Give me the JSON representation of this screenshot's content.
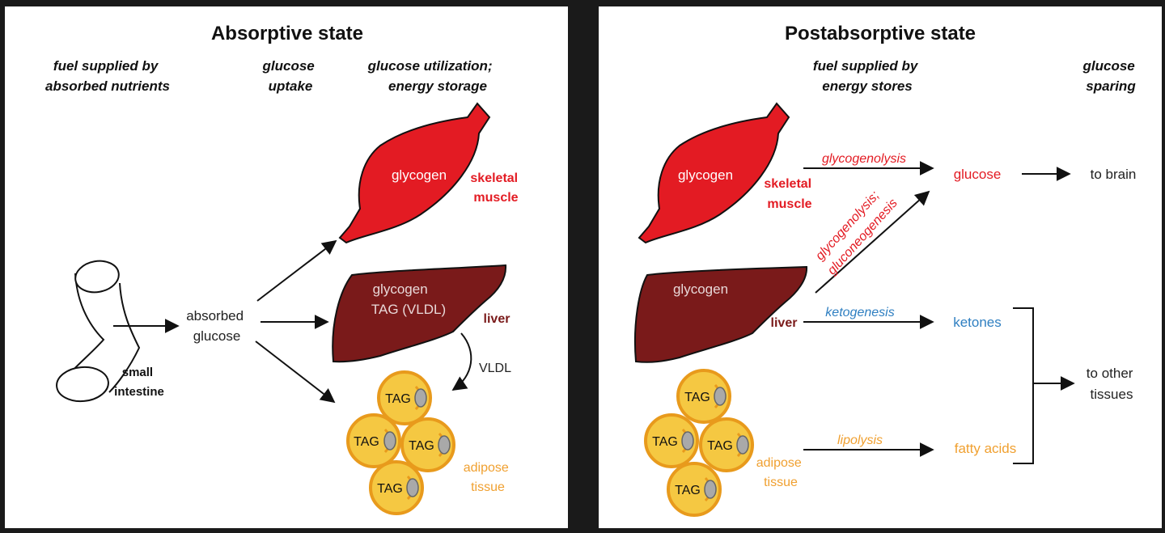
{
  "colors": {
    "muscle": "#e31b23",
    "liver": "#7a1a1a",
    "fat_fill": "#f5c842",
    "fat_stroke": "#e89a1c",
    "fat_label": "#f0a030",
    "ketones": "#2f7fc1",
    "black": "#111111"
  },
  "left": {
    "title": "Absorptive state",
    "headers": {
      "col1": [
        "fuel supplied by",
        "absorbed nutrients"
      ],
      "col2": [
        "glucose",
        "uptake"
      ],
      "col3": [
        "glucose utilization;",
        "energy storage"
      ]
    },
    "small_intestine": [
      "small",
      "intestine"
    ],
    "absorbed_glucose": [
      "absorbed",
      "glucose"
    ],
    "muscle_inner": "glycogen",
    "muscle_label": [
      "skeletal",
      "muscle"
    ],
    "liver_inner": [
      "glycogen",
      "TAG (VLDL)"
    ],
    "liver_label": "liver",
    "vldl": "VLDL",
    "tag": "TAG",
    "adipose_label": [
      "adipose",
      "tissue"
    ]
  },
  "right": {
    "title": "Postabsorptive state",
    "headers": {
      "col1": [
        "fuel supplied by",
        "energy stores"
      ],
      "col2": [
        "glucose",
        "sparing"
      ]
    },
    "muscle_inner": "glycogen",
    "muscle_label": [
      "skeletal",
      "muscle"
    ],
    "liver_inner": "glycogen",
    "liver_label": "liver",
    "tag": "TAG",
    "adipose_label": [
      "adipose",
      "tissue"
    ],
    "processes": {
      "glycogenolysis": "glycogenolysis",
      "glyco_gluco": [
        "glycogenolysis;",
        "gluconeogenesis"
      ],
      "ketogenesis": "ketogenesis",
      "lipolysis": "lipolysis"
    },
    "products": {
      "glucose": "glucose",
      "ketones": "ketones",
      "fatty_acids": "fatty acids"
    },
    "destinations": {
      "brain": "to brain",
      "other": [
        "to other",
        "tissues"
      ]
    }
  }
}
